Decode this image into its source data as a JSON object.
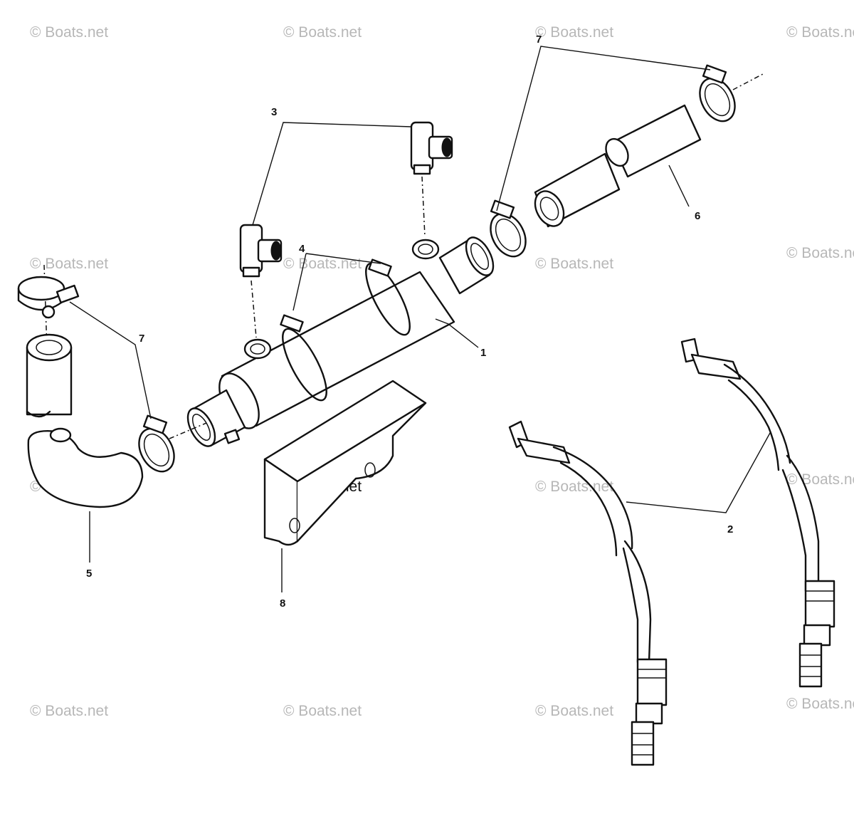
{
  "watermark": "© Boats.net",
  "callouts": {
    "c1": "1",
    "c2": "2",
    "c3": "3",
    "c4": "4",
    "c5": "5",
    "c6": "6",
    "c7a": "7",
    "c7b": "7",
    "c8": "8"
  }
}
